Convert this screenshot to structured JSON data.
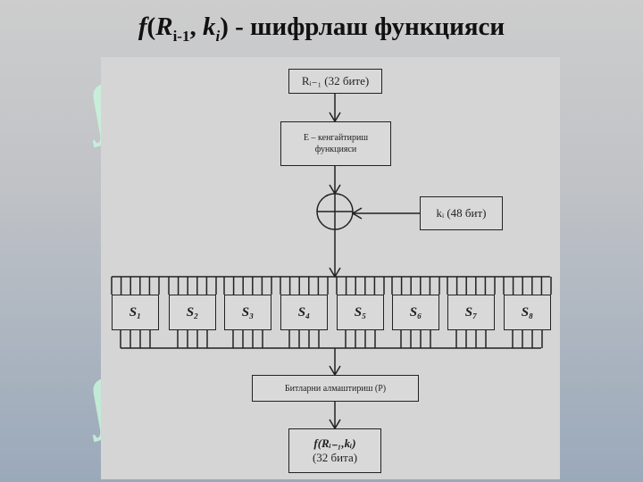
{
  "slide": {
    "title_f": "f",
    "title_open": "(",
    "title_R": "R",
    "title_R_sub": "i-1",
    "title_comma": ", ",
    "title_k": "k",
    "title_k_sub": "i",
    "title_rest": ")  - шифрлаш функцияси"
  },
  "diagram": {
    "input_box": "Rᵢ₋₁ (32 бите)",
    "expansion_box_line1": "E – кенгайтириш",
    "expansion_box_line2": "функцияси",
    "key_box": "kᵢ (48 бит)",
    "sboxes": [
      "S1",
      "S2",
      "S3",
      "S4",
      "S5",
      "S6",
      "S7",
      "S8"
    ],
    "sbox_subs": [
      "1",
      "2",
      "3",
      "4",
      "5",
      "6",
      "7",
      "8"
    ],
    "permutation_box": "Битларни алмаштириш (P)",
    "output_box_line1": "f(Rᵢ₋₁,kᵢ)",
    "output_box_line2": "(32 бита)"
  },
  "watermark": "SOFT"
}
